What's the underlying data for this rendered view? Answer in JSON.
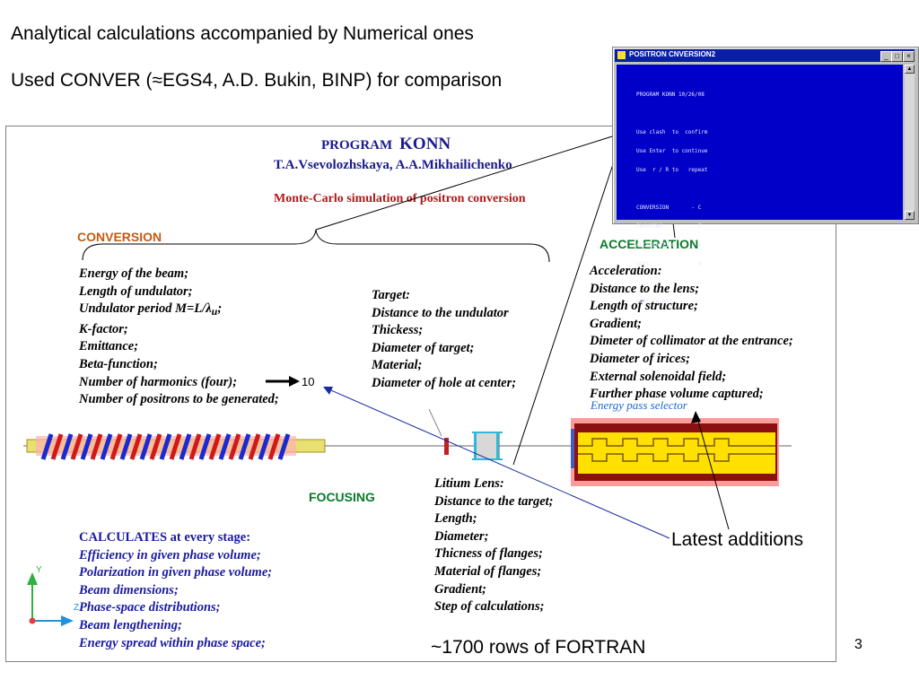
{
  "heading": {
    "line1": "Analytical calculations accompanied by Numerical ones",
    "line2": "Used CONVER (≈EGS4, A.D. Bukin, BINP) for comparison"
  },
  "slide": {
    "program_prefix": "PROGRAM",
    "program_name": "KONN",
    "authors": "T.A.Vsevolozhskaya, A.A.Mikhailichenko",
    "subtitle": "Monte-Carlo simulation of positron conversion"
  },
  "labels": {
    "conversion": "CONVERSION",
    "acceleration": "ACCELERATION",
    "focusing": "FOCUSING",
    "ten": "10",
    "energy_pass_selector": "Energy pass selector",
    "latest_additions": "Latest additions",
    "fortran_rows": "~1700 rows of FORTRAN",
    "page_number": "3"
  },
  "conversion_params": [
    "Energy of the beam;",
    "Length of undulator;",
    "Undulator period M=L/λ",
    "K-factor;",
    "Emittance;",
    "Beta-function;",
    "Number of harmonics (four);",
    "Number of positrons to be generated;"
  ],
  "undulator_period_subscript": "u",
  "target_params": [
    "Target:",
    "Distance to the undulator",
    "Thickess;",
    "Diameter of target;",
    "Material;",
    "Diameter of hole at center;"
  ],
  "acceleration_params": [
    "Acceleration:",
    "Distance to the lens;",
    "Length of structure;",
    "Gradient;",
    "Dimeter of collimator at the entrance;",
    "Diameter of irices;",
    "External solenoidal field;",
    "Further phase volume captured;"
  ],
  "lens_params": [
    "Litium Lens:",
    "Distance to the target;",
    "Length;",
    "Diameter;",
    "Thicness of flanges;",
    "Material of flanges;",
    "Gradient;",
    "Step of calculations;"
  ],
  "calculates": {
    "heading": "CALCULATES at every stage:",
    "items": [
      "Efficiency in given phase volume;",
      "Polarization in given phase volume;",
      "Beam dimensions;",
      "Phase-space distributions;",
      "Beam lengthening;",
      "Energy spread within phase space;"
    ]
  },
  "axes_icon": {
    "y": "Y",
    "z": "Z"
  },
  "dos_window": {
    "title": "POSITRON CNVERSION2",
    "lines": [
      "PROGRAM KONN 10/26/08",
      "",
      "Use clash  to  confirm",
      "Use Enter  to continue",
      "Use  r / R to   repeat",
      "",
      "CONVERSION       - C",
      "FOCUSING         - F",
      "ACCELERATION     - A",
      "QUIT             - Q",
      "",
      "WHAT TO DO?      -"
    ],
    "colors": {
      "screen": "#0000c8",
      "titlebar": "#0a1fa8"
    }
  },
  "colors": {
    "program_blue": "#1a1a8c",
    "subtitle_red": "#b01818",
    "conversion_orange": "#c55a11",
    "label_green": "#0a7a2a",
    "energy_pass_blue": "#1e66d0"
  }
}
